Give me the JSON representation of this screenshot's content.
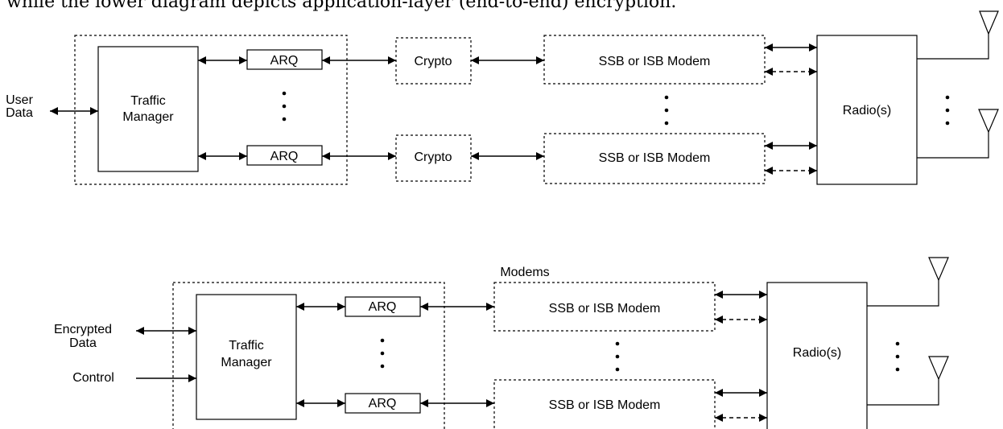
{
  "caption": "while the lower diagram depicts application-layer (end-to-end) encryption.",
  "top": {
    "user_data_label": [
      "User",
      "Data"
    ],
    "traffic_manager_label": [
      "Traffic",
      "Manager"
    ],
    "arq_labels": [
      "ARQ",
      "ARQ"
    ],
    "crypto_labels": [
      "Crypto",
      "Crypto"
    ],
    "modem_labels": [
      "SSB or ISB Modem",
      "SSB or ISB Modem"
    ],
    "radio_label": "Radio(s)"
  },
  "bottom": {
    "modems_group_label": "Modems",
    "encrypted_data_label": [
      "Encrypted",
      "Data"
    ],
    "control_label": "Control",
    "traffic_manager_label": [
      "Traffic",
      "Manager"
    ],
    "arq_labels": [
      "ARQ",
      "ARQ"
    ],
    "modem_labels": [
      "SSB or ISB Modem",
      "SSB or ISB Modem"
    ],
    "radio_label": "Radio(s)"
  }
}
